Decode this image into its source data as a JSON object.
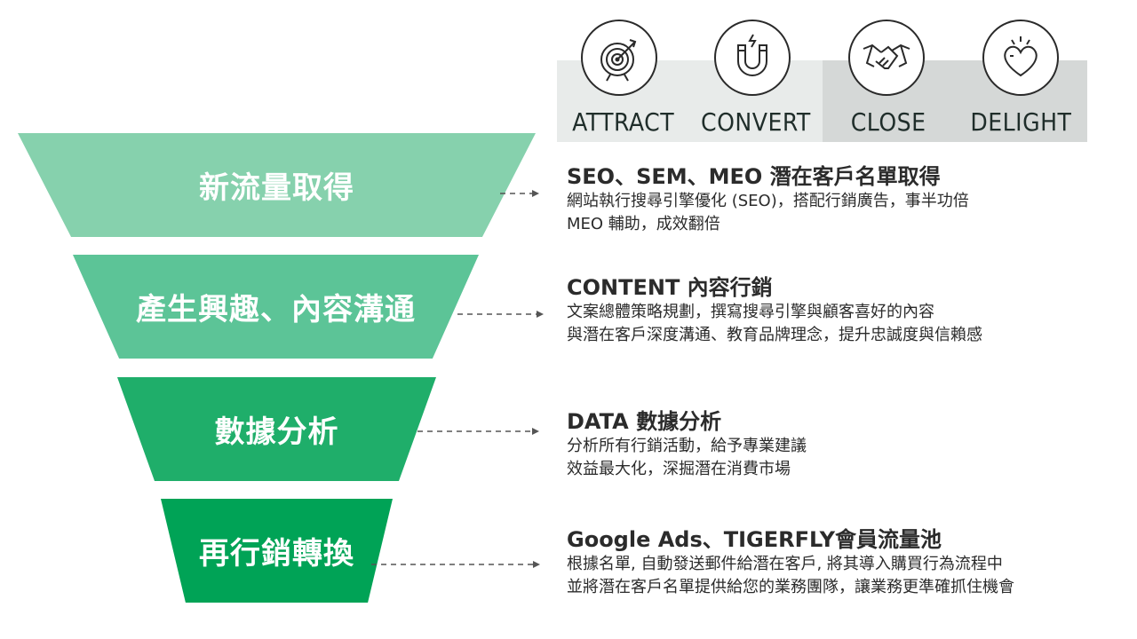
{
  "methodology": {
    "stages": [
      {
        "label": "ATTRACT",
        "icon": "target-icon",
        "bg": "#e8ebea"
      },
      {
        "label": "CONVERT",
        "icon": "magnet-icon",
        "bg": "#e8ebea"
      },
      {
        "label": "CLOSE",
        "icon": "handshake-icon",
        "bg": "#d5d8d7"
      },
      {
        "label": "DELIGHT",
        "icon": "heart-icon",
        "bg": "#d5d8d7"
      }
    ]
  },
  "funnel": {
    "stages": [
      {
        "label": "新流量取得",
        "color": "#86d1ad"
      },
      {
        "label": "產生興趣、內容溝通",
        "color": "#5cc497"
      },
      {
        "label": "數據分析",
        "color": "#1fae6a"
      },
      {
        "label": "再行銷轉換",
        "color": "#00a356"
      }
    ]
  },
  "descriptions": [
    {
      "title": "SEO、SEM、MEO 潛在客戶名單取得",
      "lines": [
        "網站執行搜尋引擎優化 (SEO)，搭配行銷廣告，事半功倍",
        "MEO 輔助，成效翻倍"
      ]
    },
    {
      "title": "CONTENT 內容行銷",
      "lines": [
        "文案總體策略規劃，撰寫搜尋引擎與顧客喜好的內容",
        "與潛在客戶深度溝通、教育品牌理念，提升忠誠度與信賴感"
      ]
    },
    {
      "title": "DATA 數據分析",
      "lines": [
        "分析所有行銷活動，給予專業建議",
        "效益最大化，深掘潛在消費市場"
      ]
    },
    {
      "title": "Google Ads、TIGERFLY會員流量池",
      "lines": [
        "根據名單, 自動發送郵件給潛在客戶, 將其導入購買行為流程中",
        "並將潛在客戶名單提供給您的業務團隊，讓業務更準確抓住機會"
      ]
    }
  ],
  "colors": {
    "arrow": "#555555",
    "text": "#2b2b2b"
  }
}
